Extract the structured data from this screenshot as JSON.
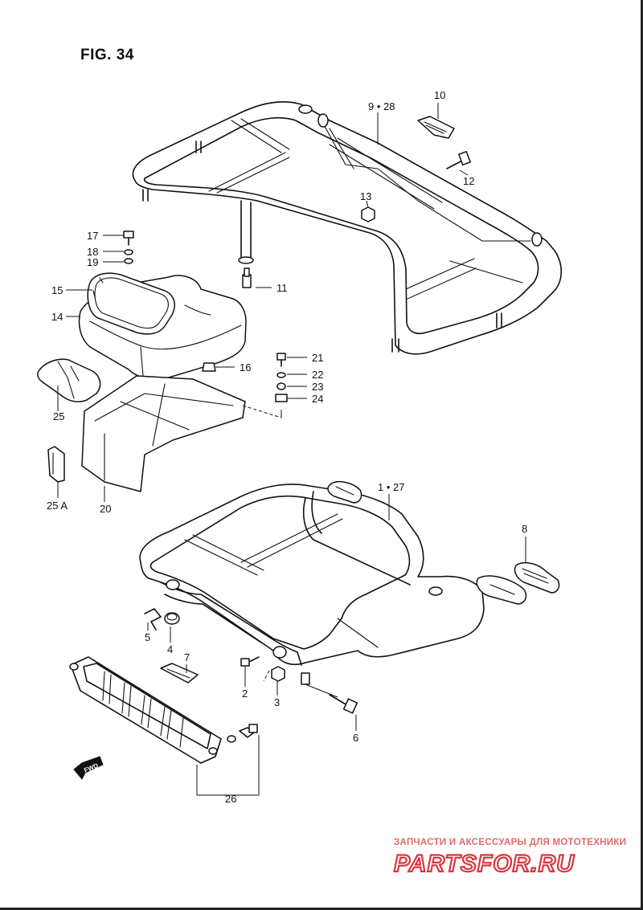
{
  "figure": {
    "title": "FIG. 34"
  },
  "callouts": {
    "c9_28": "9 • 28",
    "c10": "10",
    "c12": "12",
    "c13": "13",
    "c11": "11",
    "c17": "17",
    "c18": "18",
    "c19": "19",
    "c15": "15",
    "c14": "14",
    "c16": "16",
    "c21": "21",
    "c22": "22",
    "c23": "23",
    "c24": "24",
    "c25": "25",
    "c25a": "25 A",
    "c20": "20",
    "c1_27": "1 • 27",
    "c8": "8",
    "c5": "5",
    "c4": "4",
    "c7": "7",
    "c2": "2",
    "c3": "3",
    "c6": "6",
    "c26": "26"
  },
  "fwd_label": "FWD",
  "watermark": {
    "line1": "ЗАПЧАСТИ И АКСЕССУАРЫ ДЛЯ МОТОТЕХНИКИ",
    "logo": "PARTSFOR.RU"
  },
  "colors": {
    "line": "#111111",
    "watermark": "#d9363e",
    "background": "#ffffff"
  }
}
